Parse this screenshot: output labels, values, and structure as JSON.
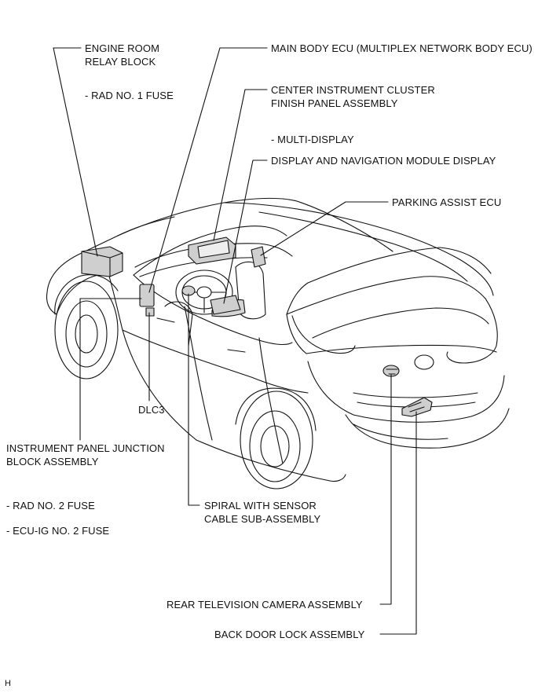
{
  "callouts": {
    "engine_room_relay_block": {
      "line1": "ENGINE ROOM",
      "line2": "RELAY BLOCK",
      "sub": "- RAD NO. 1 FUSE"
    },
    "main_body_ecu": "MAIN BODY ECU (MULTIPLEX NETWORK BODY ECU)",
    "center_instrument_cluster": {
      "line1": "CENTER INSTRUMENT CLUSTER",
      "line2": "FINISH PANEL ASSEMBLY",
      "sub": "- MULTI-DISPLAY"
    },
    "display_navigation_module": "DISPLAY AND NAVIGATION MODULE DISPLAY",
    "parking_assist_ecu": "PARKING ASSIST ECU",
    "dlc3": "DLC3",
    "instrument_panel_junction_block": {
      "line1": "INSTRUMENT PANEL JUNCTION",
      "line2": "BLOCK ASSEMBLY",
      "sub1": "- RAD NO. 2 FUSE",
      "sub2": "- ECU-IG NO. 2 FUSE"
    },
    "spiral_with_sensor": {
      "line1": "SPIRAL WITH SENSOR",
      "line2": "CABLE SUB-ASSEMBLY"
    },
    "rear_television_camera": "REAR TELEVISION CAMERA ASSEMBLY",
    "back_door_lock": "BACK DOOR LOCK ASSEMBLY"
  },
  "figure_code": "H",
  "colors": {
    "line": "#111111",
    "background": "#ffffff",
    "component": "#cfcfcf"
  }
}
